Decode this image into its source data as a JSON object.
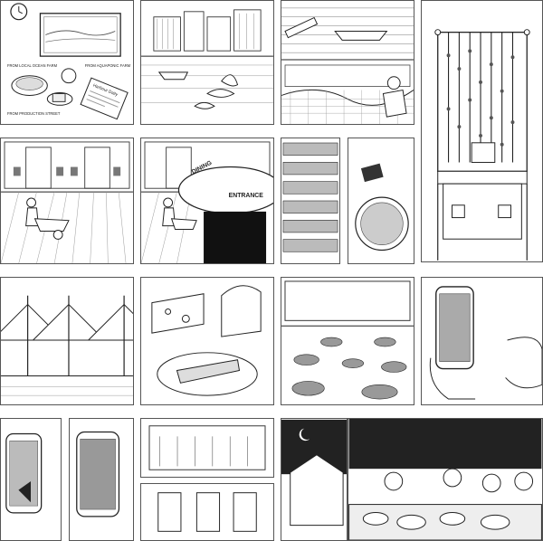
{
  "comic": {
    "panel_1": {
      "captions": {
        "ocean_farm": "FROM LOCAL OCEAN FARM",
        "aquaponic_farm": "FROM AQUAPONIC FARM",
        "production_street": "FROM PRODUCTION STREET"
      },
      "newspaper_title": "Harbour Daily"
    },
    "panel_6": {
      "sign_left": "DINING",
      "sign_right": "ENTRANCE"
    }
  }
}
